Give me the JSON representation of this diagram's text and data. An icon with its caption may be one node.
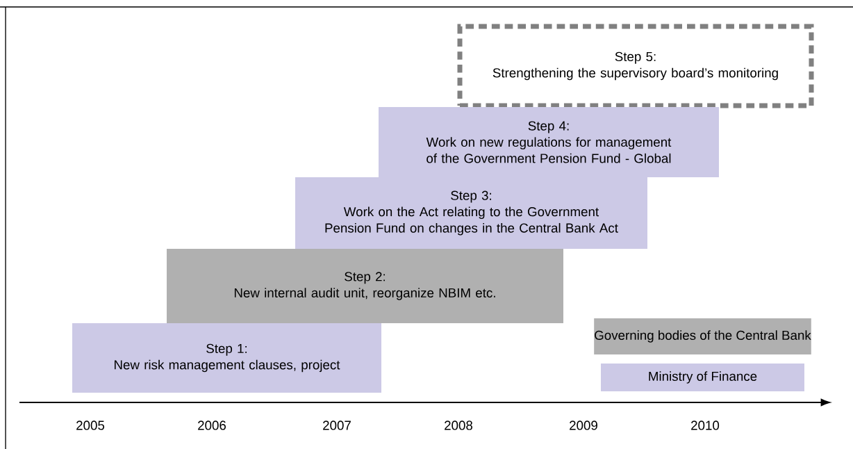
{
  "diagram": {
    "nodes": [
      {
        "text": [
          "Step 5:",
          "Strengthening the supervisory board’s monitoring"
        ]
      },
      {
        "text": [
          "Step 4:",
          "Work on new regulations for management of the Government Pension Fund - Global"
        ]
      },
      {
        "text": [
          "Step 3:",
          "Work on the Act relating to the Government Pension Fund on changes in the Central Bank Act"
        ]
      },
      {
        "text": [
          "Step 2:",
          "New internal audit unit, reorganize NBIM etc."
        ]
      },
      {
        "text": [
          "Step 1:",
          "New risk management clauses, project"
        ]
      }
    ],
    "labels": [
      "2005",
      "2006",
      "2007",
      "2008",
      "2009",
      "2010"
    ],
    "legend": [
      {
        "text": "Governing bodies of the Central Bank",
        "color": "#b0b0b0"
      },
      {
        "text": "Ministry of Finance",
        "color": "#ccc9e6"
      }
    ]
  }
}
